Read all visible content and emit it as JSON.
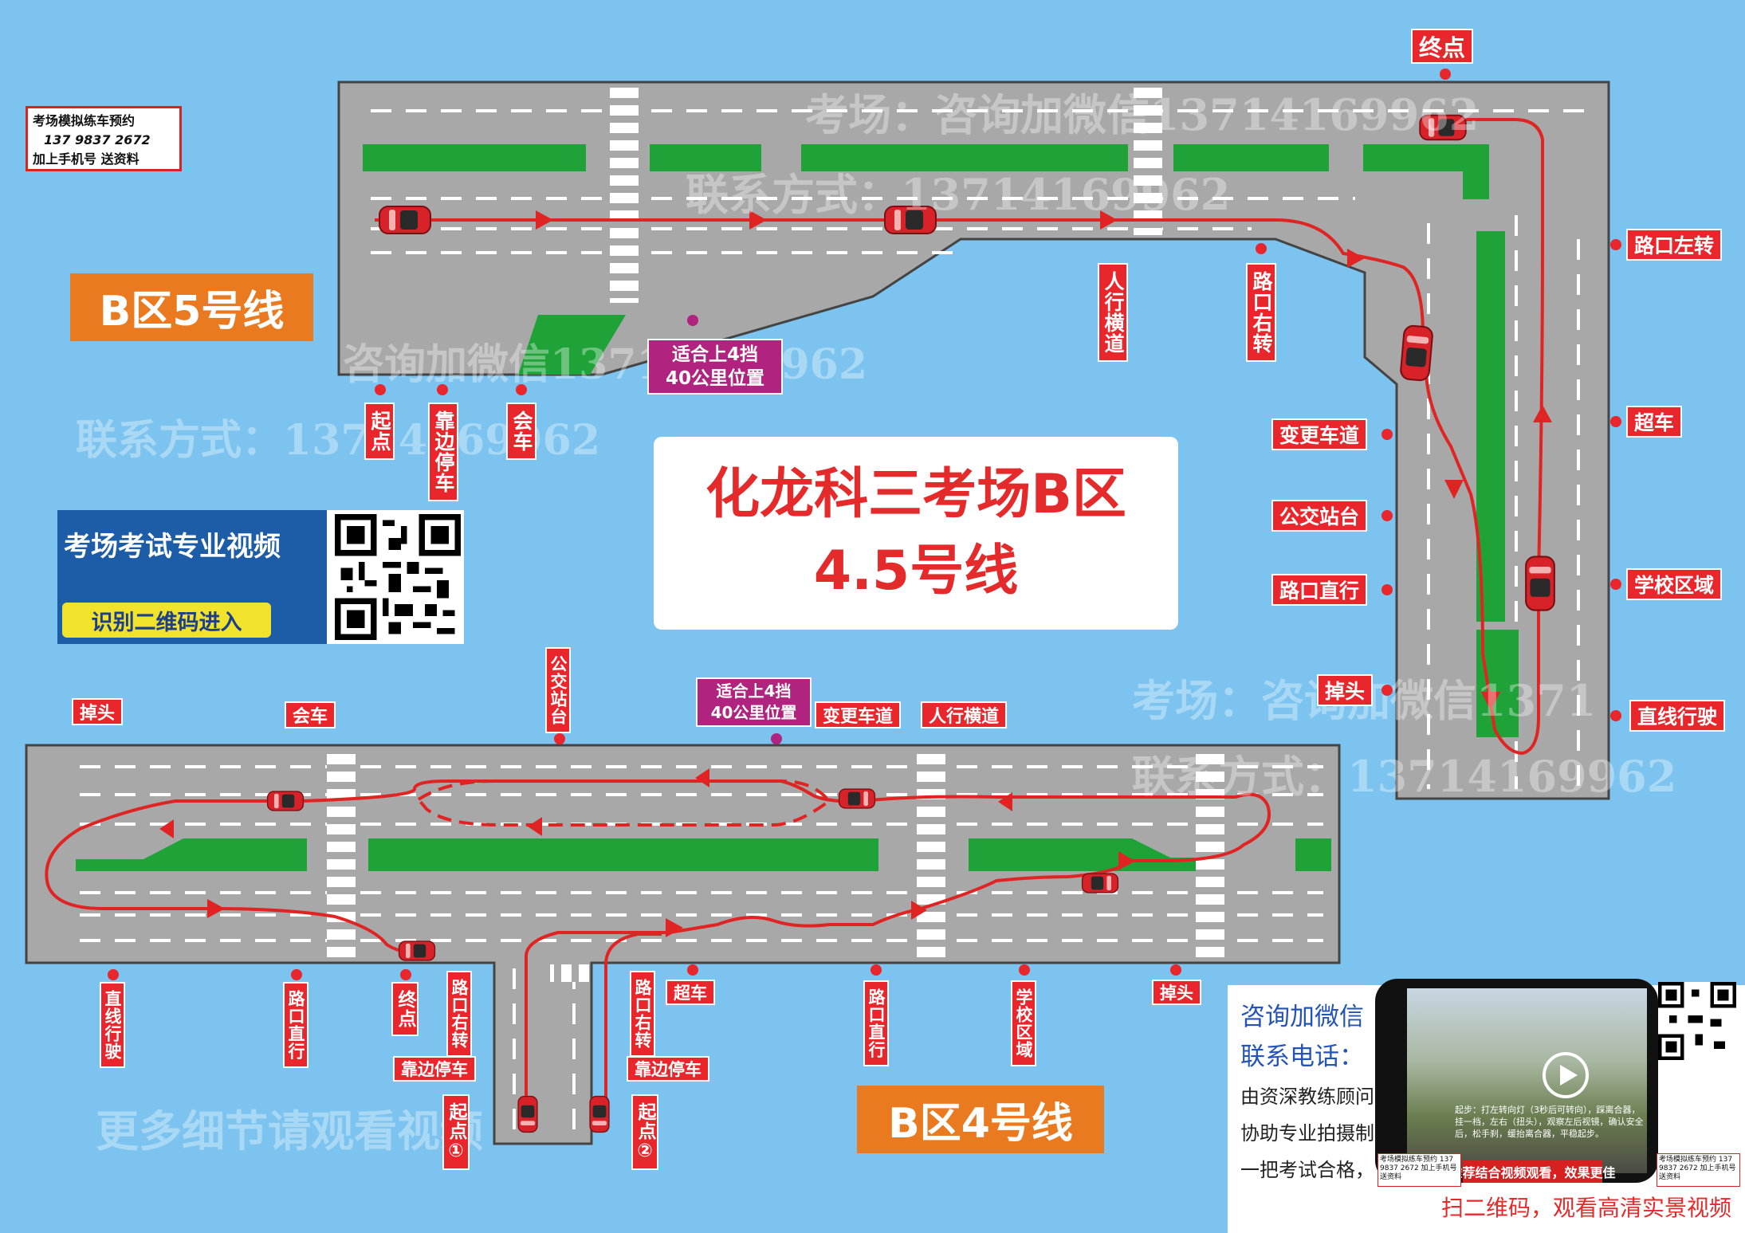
{
  "title": {
    "line1": "化龙科三考场B区",
    "line2": "4.5号线"
  },
  "zones": {
    "line5": "B区5号线",
    "line4": "B区4号线"
  },
  "booking": {
    "line1": "考场模拟练车预约",
    "phone": "137 9837 2672",
    "line3": "加上手机号    送资料"
  },
  "video_promo": {
    "title": "考场考试专业视频",
    "button": "识别二维码进入"
  },
  "purple_tags": {
    "top": [
      "适合上4挡",
      "40公里位置"
    ],
    "bottom": [
      "适合上4挡",
      "40公里位置"
    ]
  },
  "labels_line5": {
    "start": "起点",
    "pull_over": "靠边停车",
    "meeting": "会车",
    "crosswalk": "人行横道",
    "right_turn": "路口右转",
    "end": "终点",
    "left_turn": "路口左转",
    "overtake": "超车",
    "school_zone": "学校区域",
    "straight_drive": "直线行驶",
    "lane_change": "变更车道",
    "bus_stop": "公交站台",
    "intersection_straight": "路口直行",
    "u_turn": "掉头"
  },
  "labels_line4": {
    "u_turn_left": "掉头",
    "meeting": "会车",
    "bus_stop": "公交站台",
    "lane_change": "变更车道",
    "crosswalk": "人行横道",
    "straight_drive": "直线行驶",
    "intersection_straight_left": "路口直行",
    "end": "终点",
    "right_turn_1": "路口右转",
    "pull_over_1": "靠边停车",
    "start_1": "起点①",
    "right_turn_2": "路口右转",
    "overtake": "超车",
    "pull_over_2": "靠边停车",
    "start_2": "起点②",
    "intersection_straight_right": "路口直行",
    "school_zone": "学校区域",
    "u_turn_right": "掉头"
  },
  "contact": {
    "wechat": "咨询加微信",
    "phone_label": "联系电话：",
    "p1": "由资深教练顾问",
    "p2": "协助专业拍摄制",
    "p3": "一把考试合格，",
    "scan": "扫二维码，观看高清实景视频"
  },
  "phone_video": {
    "caption": "起步：打左转向灯（3秒后可转向），踩离合器，挂一档，左右（扭头），观察左后视镜，确认安全后，松手刹，缓抬离合器，平稳起步。",
    "banner": "推荐结合视频观看，效果更佳",
    "mini_1": "考场模拟练车预约 137 9837 2672 加上手机号 送资料",
    "mini_2": "考场模拟练车预约 137 9837 2672 加上手机号 送资料"
  },
  "watermarks": {
    "w1": "考场：咨询加微信13714169962",
    "w2": "联系方式：13714169962",
    "w3": "咨询加微信13714169962",
    "w4": "联系方式：13714169962",
    "w5": "考场：咨询加微信1371",
    "w6": "联系方式：13714169962",
    "w7": "更多细节请观看视频"
  },
  "colors": {
    "water": "#7cc3ef",
    "road": "#a8a8a8",
    "median": "#1fa339",
    "route": "#e02424",
    "label": "#e8262b",
    "zone": "#ea7a1f",
    "tag": "#b0237e"
  }
}
